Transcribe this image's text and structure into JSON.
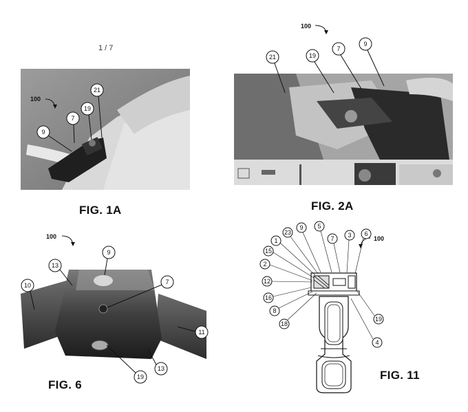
{
  "page": {
    "sheet_number": "1 / 7"
  },
  "fig1a": {
    "caption": "FIG. 1A",
    "ref_100": "100",
    "callouts": [
      "9",
      "7",
      "19",
      "21"
    ]
  },
  "fig2a": {
    "caption": "FIG. 2A",
    "ref_100": "100",
    "callouts": [
      "21",
      "19",
      "7",
      "9"
    ]
  },
  "fig6": {
    "caption": "FIG. 6",
    "ref_100": "100",
    "callouts": [
      "9",
      "13",
      "10",
      "7",
      "11",
      "13",
      "19"
    ]
  },
  "fig11": {
    "caption": "FIG. 11",
    "ref_100": "100",
    "callouts": [
      "23",
      "9",
      "5",
      "7",
      "3",
      "6",
      "1",
      "15",
      "2",
      "12",
      "16",
      "8",
      "18",
      "19",
      "4"
    ]
  }
}
